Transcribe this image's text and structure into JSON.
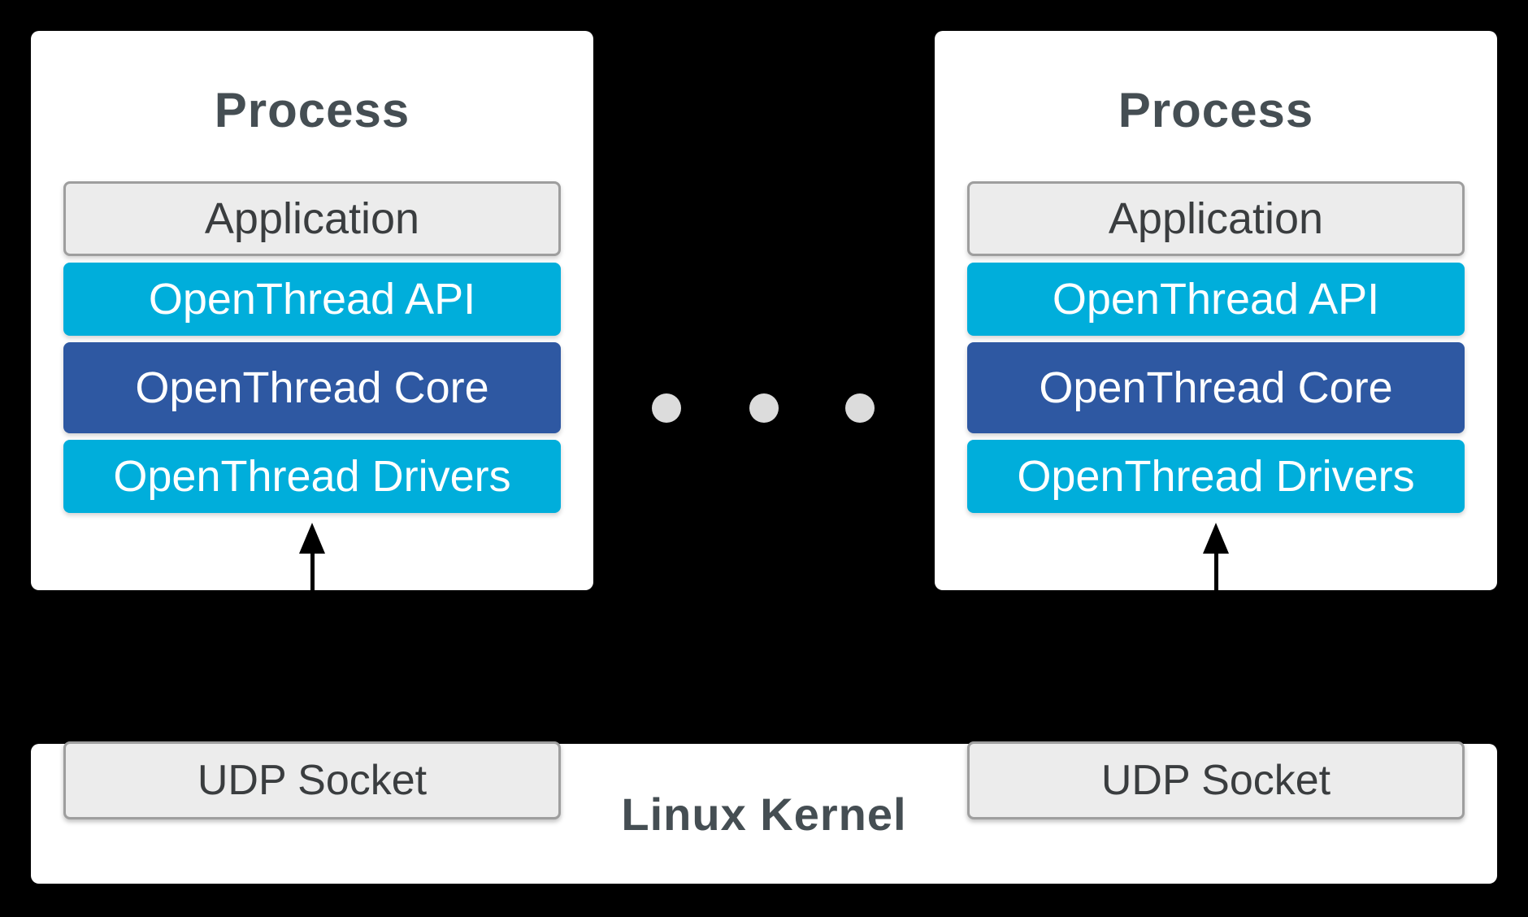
{
  "diagram": {
    "processes": [
      {
        "title": "Process",
        "layers": [
          "Application",
          "OpenThread API",
          "OpenThread Core",
          "OpenThread Drivers"
        ]
      },
      {
        "title": "Process",
        "layers": [
          "Application",
          "OpenThread API",
          "OpenThread Core",
          "OpenThread Drivers"
        ]
      }
    ],
    "separator_dot_count": 3,
    "kernel": {
      "title": "Linux Kernel",
      "sockets": [
        "UDP Socket",
        "UDP Socket"
      ]
    },
    "colors": {
      "bg": "#000000",
      "box": "#ffffff",
      "cyan": "#00aedb",
      "blue": "#2e58a2",
      "gray_fill": "#ececec",
      "gray_border": "#9e9e9e",
      "heading_text": "#454e53",
      "label_text": "#3a3d3f",
      "dot": "#dcdcdc",
      "arrow": "#000000"
    }
  }
}
